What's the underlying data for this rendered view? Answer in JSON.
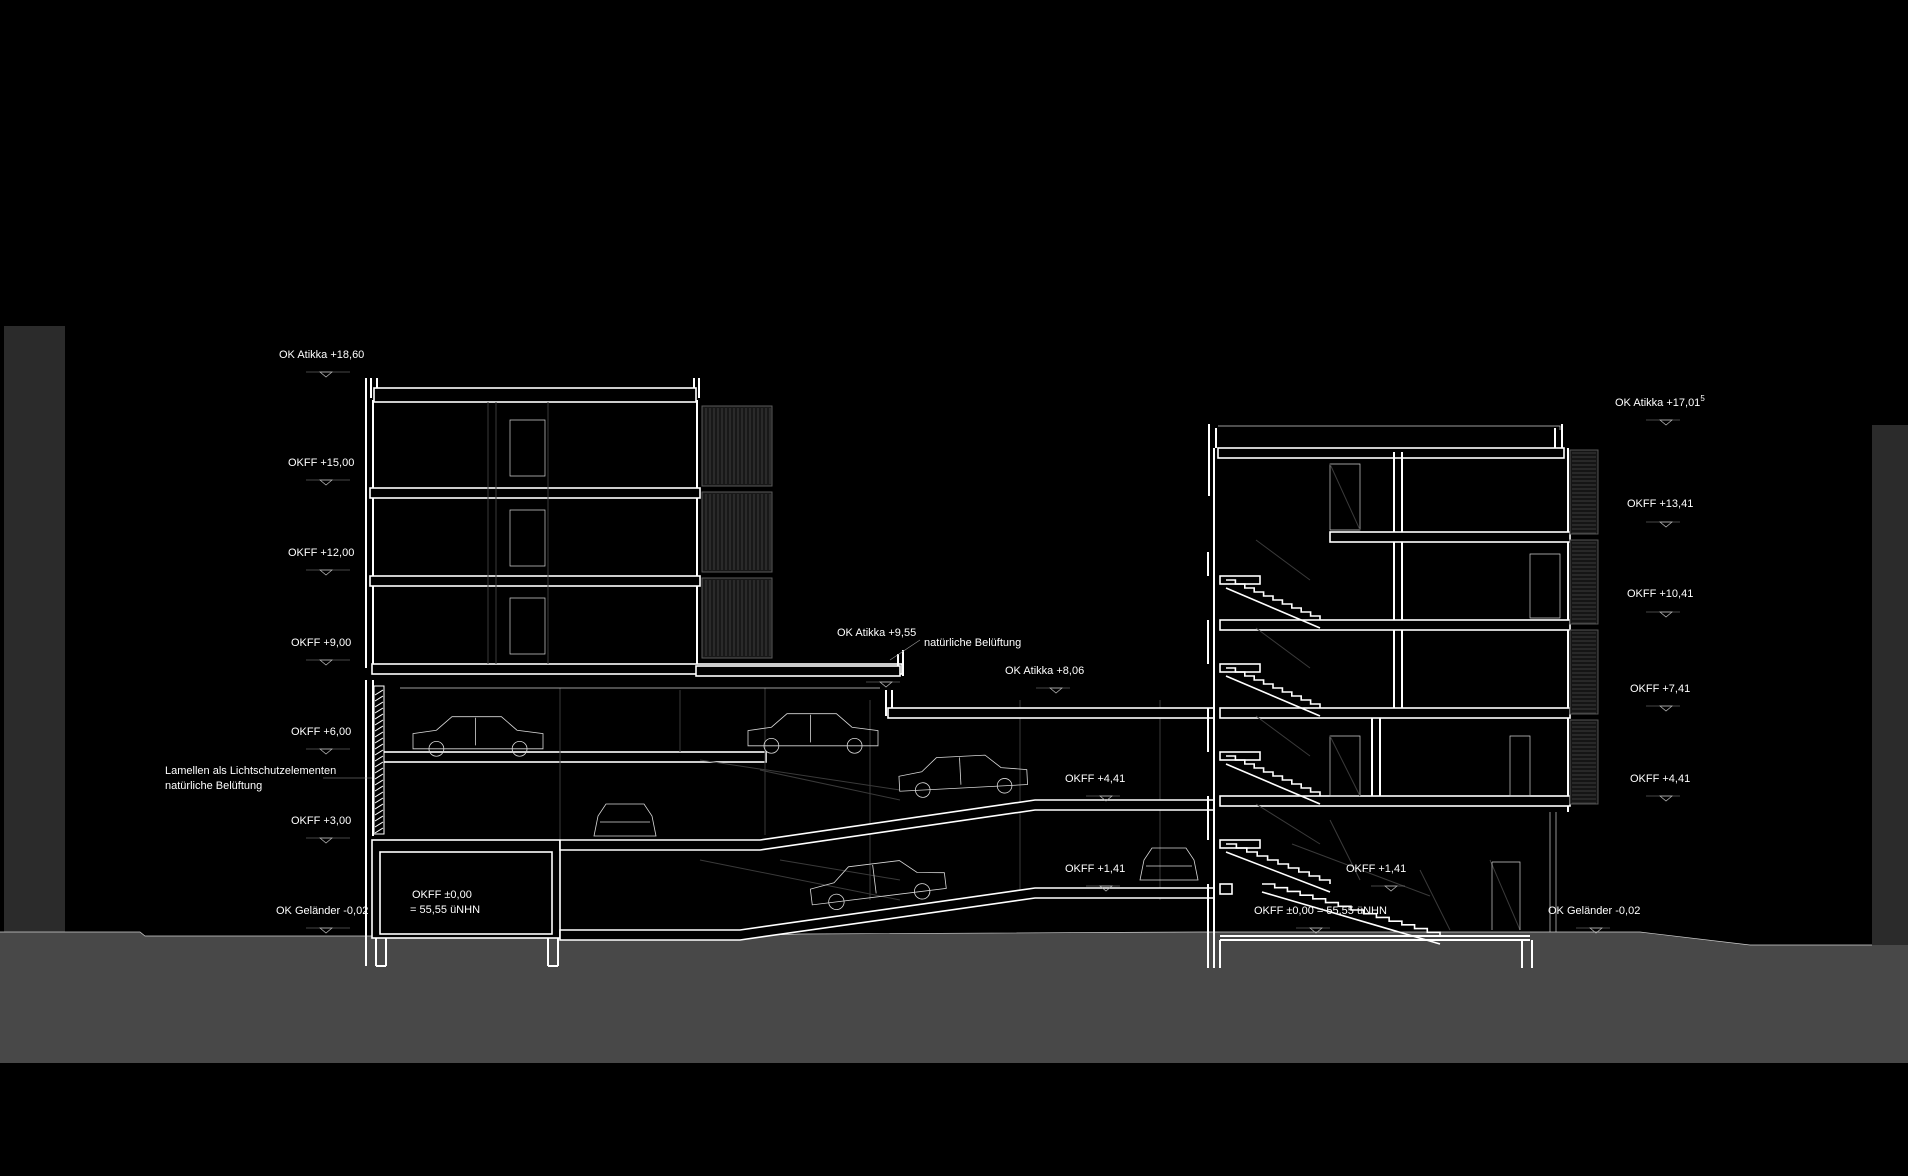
{
  "section": {
    "left_building": {
      "levels": [
        "OK Atikka +18,60",
        "OKFF +15,00",
        "OKFF +12,00",
        "OKFF +9,00",
        "OKFF +6,00",
        "OKFF +3,00",
        "OK Geländer -0,02"
      ],
      "ground": [
        "OKFF ±0,00",
        "= 55,55 üNHN"
      ],
      "note": [
        "Lamellen als Lichtschutzelementen",
        "natürliche Belüftung"
      ]
    },
    "middle": {
      "upper_roof": "OK Atikka +9,55",
      "ventilation": "natürliche Belüftung",
      "lower_roof": "OK Atikka +8,06",
      "ramp_upper": "OKFF +4,41",
      "ramp_lower": "OKFF +1,41"
    },
    "right_building": {
      "roof_main": "OK Atikka +17,01",
      "roof_sup": "5",
      "levels": [
        "OKFF +13,41",
        "OKFF +10,41",
        "OKFF +7,41",
        "OKFF +4,41"
      ],
      "stair_level": "OKFF +1,41",
      "ground": "OKFF ±0,00 = 55,55 üNHN",
      "railing": "OK Geländer -0,02"
    }
  },
  "colors": {
    "background": "#000000",
    "ground": "#484848",
    "neighbour": "#2b2b2b",
    "lines": "#ffffff"
  }
}
